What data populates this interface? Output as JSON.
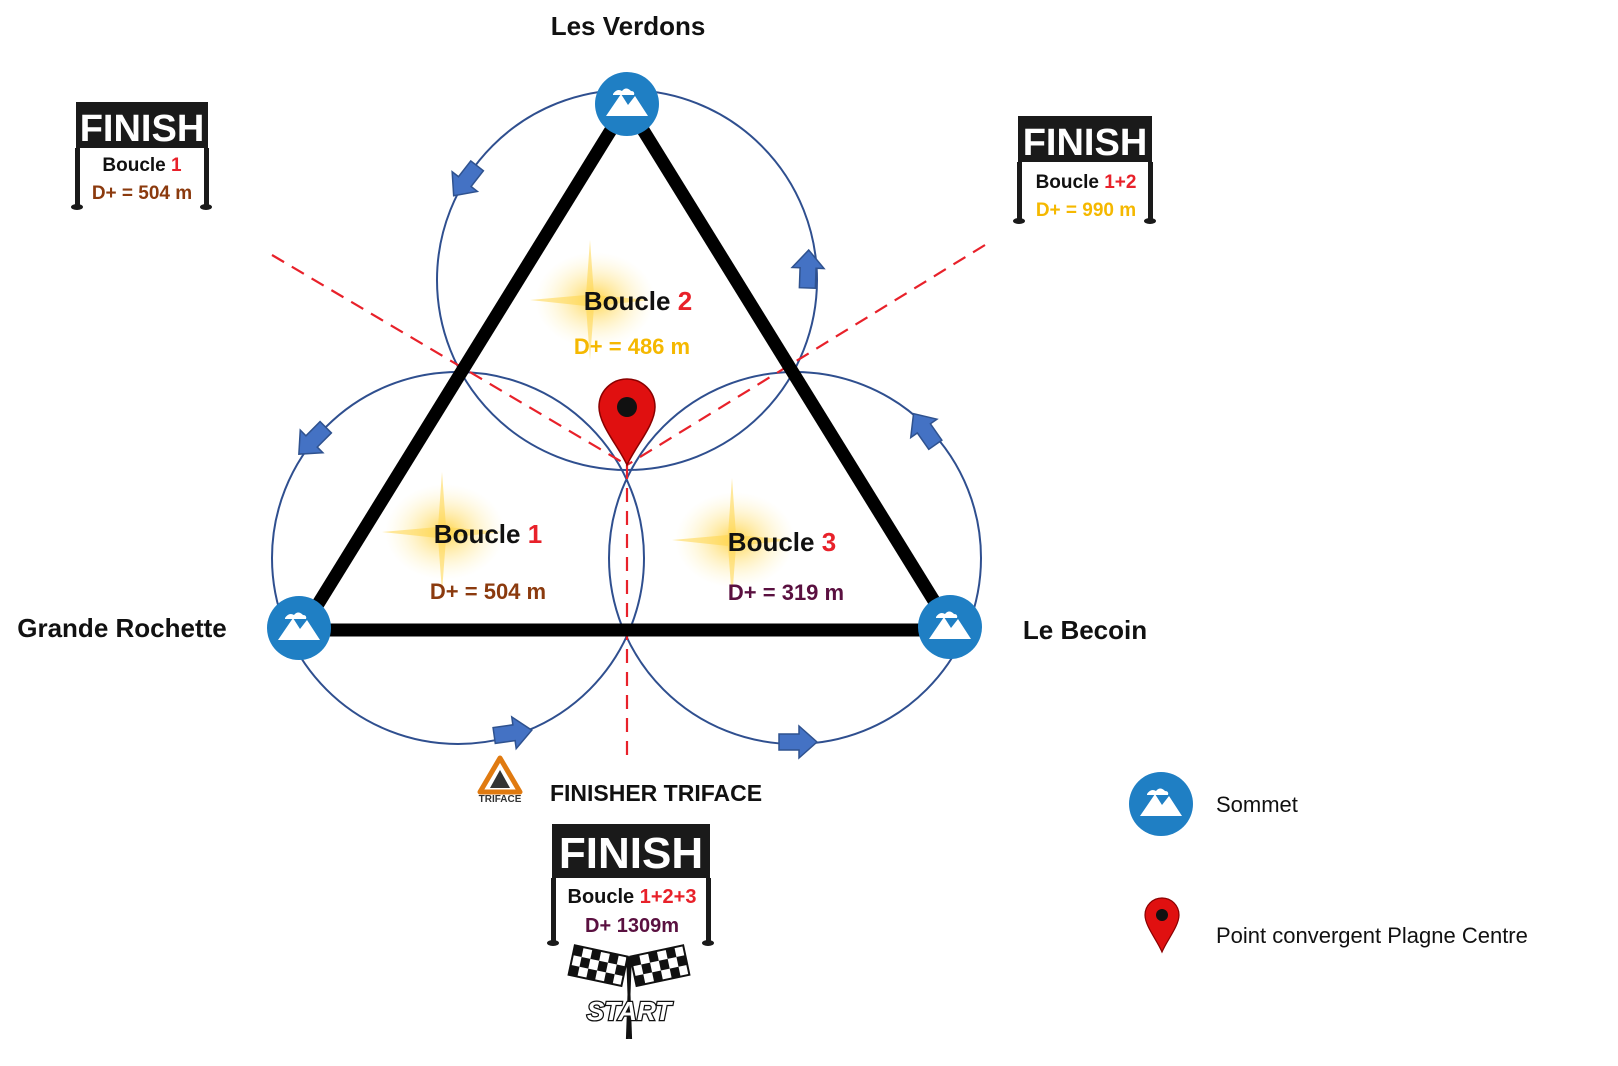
{
  "summits": {
    "top": "Les Verdons",
    "left": "Grande Rochette",
    "right": "Le Becoin"
  },
  "loops": {
    "loop1": {
      "word": "Boucle",
      "num": "1",
      "elevation": "D+ = 504 m"
    },
    "loop2": {
      "word": "Boucle",
      "num": "2",
      "elevation": "D+ = 486 m"
    },
    "loop3": {
      "word": "Boucle",
      "num": "3",
      "elevation": "D+ = 319 m"
    }
  },
  "finish_signs": {
    "left": {
      "title": "FINISH",
      "word": "Boucle",
      "num": "1",
      "elevation": "D+ = 504 m"
    },
    "right": {
      "title": "FINISH",
      "word": "Boucle",
      "num": "1+2",
      "elevation": "D+ = 990 m"
    },
    "bottom": {
      "title": "FINISH",
      "word": "Boucle",
      "num": "1+2+3",
      "elevation": "D+ 1309m"
    }
  },
  "finisher_label": "FINISHER TRIFACE",
  "logo_text": "TRIFACE",
  "start_text": "START",
  "legend": {
    "summit": "Sommet",
    "point": "Point convergent Plagne Centre"
  },
  "icons": {
    "summit": "mountain-icon",
    "pin": "map-pin-icon",
    "flags": "checkered-flags-icon"
  },
  "colors": {
    "circle": "#2f4f8f",
    "arrow": "#4472c4",
    "summit_bg": "#1f7fc4",
    "dashed": "#e8212a",
    "pin": "#e01010",
    "loop1_elev": "#8b3a0e",
    "loop2_elev": "#f5b800",
    "loop3_elev": "#5a1040",
    "num_red": "#e8212a"
  }
}
